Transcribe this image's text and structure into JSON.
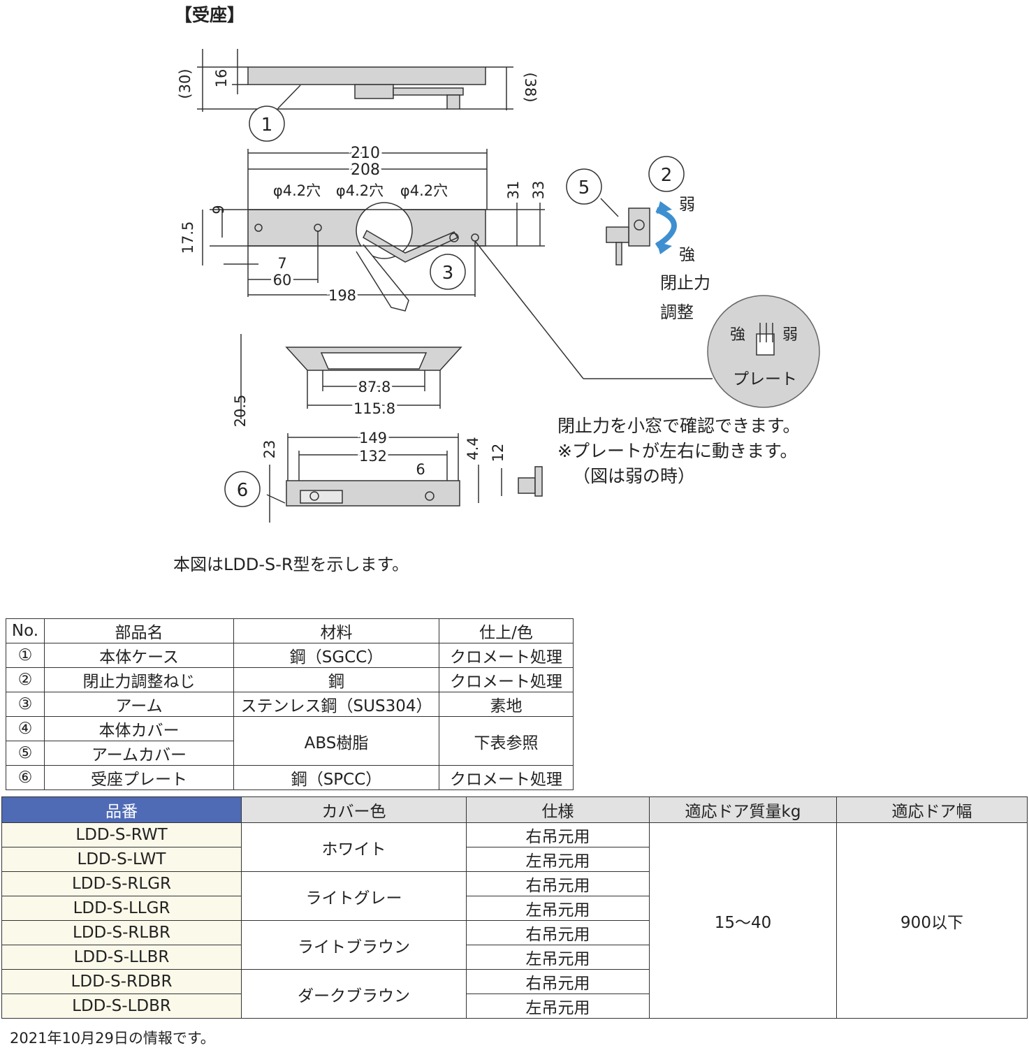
{
  "header": {
    "title": "【受座】"
  },
  "drawing": {
    "callouts": [
      "1",
      "2",
      "3",
      "5",
      "6"
    ],
    "dims": {
      "d30": "(30)",
      "d16": "16",
      "d38": "(38)",
      "d210": "210",
      "d208": "208",
      "hole1": "φ4.2穴",
      "hole2": "φ4.2穴",
      "hole3": "φ4.2穴",
      "d31": "31",
      "d33": "33",
      "d9": "9",
      "d17_5": "17.5",
      "d7": "7",
      "d60": "60",
      "d198": "198",
      "d87_8": "87.8",
      "d115_8": "115.8",
      "d20_5": "20.5",
      "d149": "149",
      "d132": "132",
      "d23": "23",
      "d6": "6",
      "d4_4": "4.4",
      "d12": "12"
    },
    "adjust": {
      "weak": "弱",
      "strong": "強",
      "label1": "閉止力",
      "label2": "調整"
    },
    "window": {
      "strong": "強",
      "weak": "弱",
      "plate": "プレート"
    },
    "notes": [
      "閉止力を小窓で確認できます。",
      "※プレートが左右に動きます。",
      "（図は弱の時）"
    ],
    "figure_note": "本図はLDD-S-R型を示します。"
  },
  "parts_table": {
    "headers": [
      "No.",
      "部品名",
      "材料",
      "仕上/色"
    ],
    "rows": [
      {
        "no": "①",
        "name": "本体ケース",
        "material": "鋼（SGCC）",
        "finish": "クロメート処理"
      },
      {
        "no": "②",
        "name": "閉止力調整ねじ",
        "material": "鋼",
        "finish": "クロメート処理"
      },
      {
        "no": "③",
        "name": "アーム",
        "material": "ステンレス鋼（SUS304）",
        "finish": "素地"
      },
      {
        "no": "④",
        "name": "本体カバー",
        "material": "ABS樹脂",
        "finish": "下表参照"
      },
      {
        "no": "⑤",
        "name": "アームカバー",
        "material": "",
        "finish": ""
      },
      {
        "no": "⑥",
        "name": "受座プレート",
        "material": "鋼（SPCC）",
        "finish": "クロメート処理"
      }
    ]
  },
  "model_table": {
    "headers": [
      "品番",
      "カバー色",
      "仕様",
      "適応ドア質量kg",
      "適応ドア幅"
    ],
    "part_numbers": [
      "LDD-S-RWT",
      "LDD-S-LWT",
      "LDD-S-RLGR",
      "LDD-S-LLGR",
      "LDD-S-RLBR",
      "LDD-S-LLBR",
      "LDD-S-RDBR",
      "LDD-S-LDBR"
    ],
    "colors": [
      "ホワイト",
      "ライトグレー",
      "ライトブラウン",
      "ダークブラウン"
    ],
    "specs": [
      "右吊元用",
      "左吊元用",
      "右吊元用",
      "左吊元用",
      "右吊元用",
      "左吊元用",
      "右吊元用",
      "左吊元用"
    ],
    "door_weight": "15～40",
    "door_width": "900以下"
  },
  "footer": {
    "text": "2021年10月29日の情報です。"
  },
  "colors": {
    "header_blue": "#4f6bb5",
    "header_gray": "#e2e2e2",
    "pn_cell": "#fbf9ea",
    "part_fill": "#d4d4d4",
    "arrow_blue": "#3d8fd0"
  }
}
